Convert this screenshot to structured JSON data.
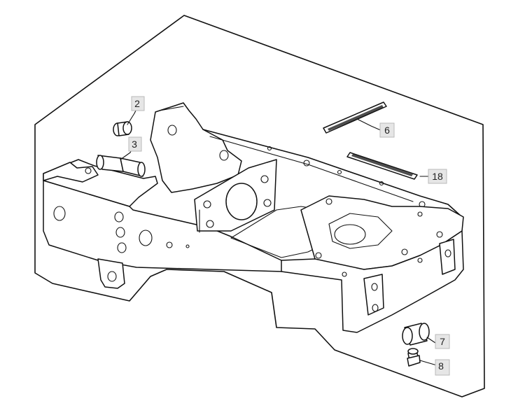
{
  "callouts": [
    {
      "id": "2",
      "label": "2"
    },
    {
      "id": "3",
      "label": "3"
    },
    {
      "id": "6",
      "label": "6"
    },
    {
      "id": "18",
      "label": "18"
    },
    {
      "id": "7",
      "label": "7"
    },
    {
      "id": "8",
      "label": "8"
    }
  ],
  "colors": {
    "line": "#111111",
    "callout_fill": "#e6e6e6",
    "callout_border": "#b9b9b9",
    "background": "#ffffff"
  }
}
